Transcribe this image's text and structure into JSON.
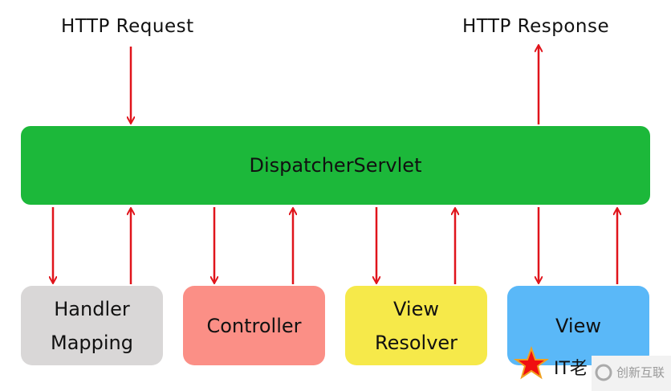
{
  "top_labels": {
    "request": "HTTP Request",
    "response": "HTTP Response"
  },
  "dispatcher": {
    "label": "DispatcherServlet",
    "color": "#1cb83a"
  },
  "components": [
    {
      "label": "Handler\nMapping",
      "color": "#d9d7d7"
    },
    {
      "label": "Controller",
      "color": "#fb8f86"
    },
    {
      "label": "View\nResolver",
      "color": "#f6e94a"
    },
    {
      "label": "View",
      "color": "#5ab8f8"
    }
  ],
  "arrow_color": "#e0141b",
  "watermark": {
    "text1": "IT老",
    "text2": "创新互联"
  }
}
